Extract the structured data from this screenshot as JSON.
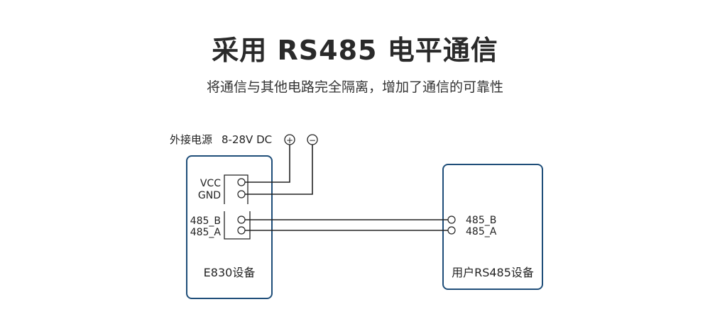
{
  "header": {
    "title": "采用 RS485 电平通信",
    "subtitle": "将通信与其他电路完全隔离，增加了通信的可靠性"
  },
  "power": {
    "label": "外接电源",
    "voltage": "8-28V  DC",
    "plus_symbol": "+",
    "minus_symbol": "−"
  },
  "device_left": {
    "name": "E830设备",
    "pins_power": [
      "VCC",
      "GND"
    ],
    "pins_485": [
      "485_B",
      "485_A"
    ]
  },
  "device_right": {
    "name": "用户RS485设备",
    "pins_485": [
      "485_B",
      "485_A"
    ]
  },
  "colors": {
    "box_border": "#1f4e79",
    "wire": "#222222"
  }
}
